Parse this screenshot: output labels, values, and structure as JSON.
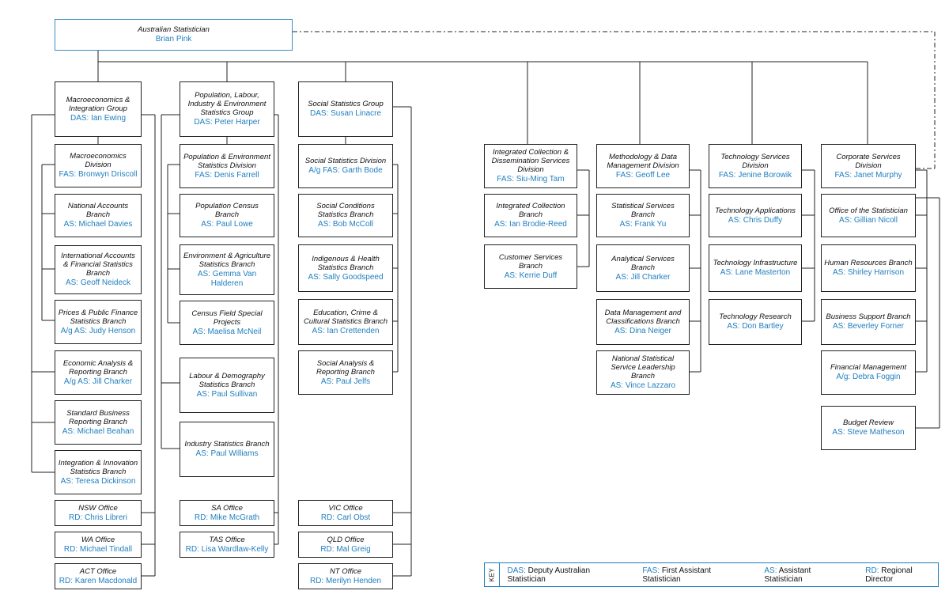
{
  "boxes": [
    {
      "id": "stat",
      "title": "Australian Statistician",
      "name": "Brian Pink"
    },
    {
      "id": "c1_0",
      "title": "Macroeconomics & Integration Group",
      "name": "DAS: Ian Ewing"
    },
    {
      "id": "c1_1",
      "title": "Macroeconomics Division",
      "name": "FAS: Bronwyn Driscoll"
    },
    {
      "id": "c1_2",
      "title": "National Accounts Branch",
      "name": "AS: Michael Davies"
    },
    {
      "id": "c1_3",
      "title": "International Accounts & Financial Statistics Branch",
      "name": "AS: Geoff Neideck"
    },
    {
      "id": "c1_4",
      "title": "Prices & Public Finance Statistics Branch",
      "name": "A/g AS: Judy Henson"
    },
    {
      "id": "c1_5",
      "title": "Economic Analysis & Reporting Branch",
      "name": "A/g AS: Jill Charker"
    },
    {
      "id": "c1_6",
      "title": "Standard Business Reporting Branch",
      "name": "AS: Michael Beahan"
    },
    {
      "id": "c1_7",
      "title": "Integration & Innovation Statistics Branch",
      "name": "AS: Teresa Dickinson"
    },
    {
      "id": "c1_8",
      "title": "NSW Office",
      "name": "RD: Chris Libreri"
    },
    {
      "id": "c1_9",
      "title": "WA Office",
      "name": "RD: Michael Tindall"
    },
    {
      "id": "c1_10",
      "title": "ACT Office",
      "name": "RD: Karen Macdonald"
    },
    {
      "id": "c2_0",
      "title": "Population, Labour, Industry & Environment Statistics Group",
      "name": "DAS: Peter Harper"
    },
    {
      "id": "c2_1",
      "title": "Population & Environment Statistics Division",
      "name": "FAS: Denis Farrell"
    },
    {
      "id": "c2_2",
      "title": "Population Census Branch",
      "name": "AS: Paul Lowe"
    },
    {
      "id": "c2_3",
      "title": "Environment & Agriculture Statistics Branch",
      "name": "AS: Gemma Van Halderen"
    },
    {
      "id": "c2_4",
      "title": "Census Field Special Projects",
      "name": "AS: Maelisa McNeil"
    },
    {
      "id": "c2_5",
      "title": "Labour & Demography Statistics Branch",
      "name": "AS: Paul Sullivan"
    },
    {
      "id": "c2_6",
      "title": "Industry Statistics Branch",
      "name": "AS: Paul Williams"
    },
    {
      "id": "c2_7",
      "title": "SA Office",
      "name": "RD: Mike McGrath"
    },
    {
      "id": "c2_8",
      "title": "TAS Office",
      "name": "RD: Lisa Wardlaw-Kelly"
    },
    {
      "id": "c3_0",
      "title": "Social Statistics Group",
      "name": "DAS: Susan Linacre"
    },
    {
      "id": "c3_1",
      "title": "Social Statistics Division",
      "name": "A/g FAS: Garth Bode"
    },
    {
      "id": "c3_2",
      "title": "Social Conditions Statistics Branch",
      "name": "AS: Bob McColl"
    },
    {
      "id": "c3_3",
      "title": "Indigenous & Health Statistics Branch",
      "name": "AS: Sally Goodspeed"
    },
    {
      "id": "c3_4",
      "title": "Education, Crime & Cultural Statistics Branch",
      "name": "AS: Ian Crettenden"
    },
    {
      "id": "c3_5",
      "title": "Social Analysis & Reporting Branch",
      "name": "AS: Paul Jelfs"
    },
    {
      "id": "c3_6",
      "title": "VIC Office",
      "name": "RD: Carl Obst"
    },
    {
      "id": "c3_7",
      "title": "QLD Office",
      "name": "RD: Mal Greig"
    },
    {
      "id": "c3_8",
      "title": "NT Office",
      "name": "RD: Merilyn Henden"
    },
    {
      "id": "c4_0",
      "title": "Integrated Collection & Dissemination Services Division",
      "name": "FAS: Siu-Ming Tam"
    },
    {
      "id": "c4_1",
      "title": "Integrated Collection Branch",
      "name": "AS: Ian Brodie-Reed"
    },
    {
      "id": "c4_2",
      "title": "Customer Services Branch",
      "name": "AS: Kerrie Duff"
    },
    {
      "id": "c5_0",
      "title": "Methodology & Data Management Division",
      "name": "FAS: Geoff Lee"
    },
    {
      "id": "c5_1",
      "title": "Statistical Services Branch",
      "name": "AS: Frank Yu"
    },
    {
      "id": "c5_2",
      "title": "Analytical Services Branch",
      "name": "AS: Jill Charker"
    },
    {
      "id": "c5_3",
      "title": "Data Management and Classifications Branch",
      "name": "AS: Dina Neiger"
    },
    {
      "id": "c5_4",
      "title": "National Statistical Service Leadership Branch",
      "name": "AS: Vince Lazzaro"
    },
    {
      "id": "c6_0",
      "title": "Technology Services Division",
      "name": "FAS: Jenine Borowik"
    },
    {
      "id": "c6_1",
      "title": "Technology Applications",
      "name": "AS: Chris Duffy"
    },
    {
      "id": "c6_2",
      "title": "Technology Infrastructure",
      "name": "AS: Lane Masterton"
    },
    {
      "id": "c6_3",
      "title": "Technology Research",
      "name": "AS: Don Bartley"
    },
    {
      "id": "c7_0",
      "title": "Corporate Services Division",
      "name": "FAS: Janet Murphy"
    },
    {
      "id": "c7_1",
      "title": "Office of the Statistician",
      "name": "AS: Gillian Nicoll"
    },
    {
      "id": "c7_2",
      "title": "Human Resources Branch",
      "name": "AS: Shirley Harrison"
    },
    {
      "id": "c7_3",
      "title": "Business Support Branch",
      "name": "AS: Beverley Forner"
    },
    {
      "id": "c7_4",
      "title": "Financial Management",
      "name": "A/g: Debra Foggin"
    },
    {
      "id": "c7_5",
      "title": "Budget Review",
      "name": "AS: Steve Matheson"
    }
  ],
  "key": {
    "label": "KEY",
    "items": [
      {
        "abbr": "DAS:",
        "text": "Deputy Australian Statistician"
      },
      {
        "abbr": "FAS:",
        "text": "First Assistant Statistician"
      },
      {
        "abbr": "AS:",
        "text": "Assistant Statistician"
      },
      {
        "abbr": "RD:",
        "text": "Regional Director"
      }
    ]
  }
}
